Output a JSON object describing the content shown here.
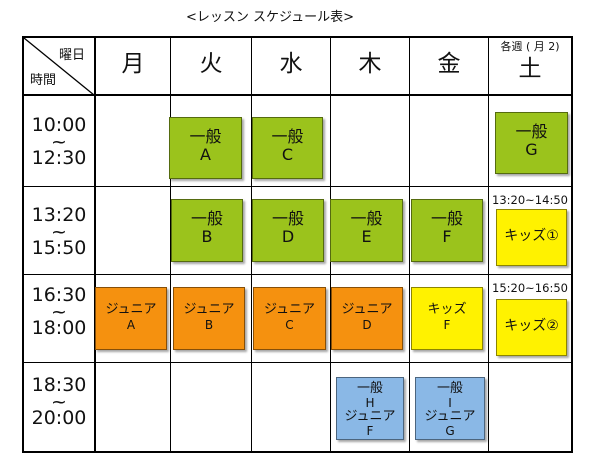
{
  "title": "<レッスン スケジュール表>",
  "header": {
    "corner_day": "曜日",
    "corner_time": "時間",
    "days": [
      "月",
      "火",
      "水",
      "木",
      "金",
      "土"
    ],
    "sat_note": "各週 ( 月 2)"
  },
  "times": [
    {
      "start": "10:00",
      "tilde": "~",
      "end": "12:30"
    },
    {
      "start": "13:20",
      "tilde": "~",
      "end": "15:50"
    },
    {
      "start": "16:30",
      "tilde": "~",
      "end": "18:00"
    },
    {
      "start": "18:30",
      "tilde": "~",
      "end": "20:00"
    }
  ],
  "sat_times": {
    "row2": "13:20~14:50",
    "row3": "15:20~16:50"
  },
  "classes": {
    "r1_tue": {
      "name": "一般",
      "code": "A"
    },
    "r1_wed": {
      "name": "一般",
      "code": "C"
    },
    "r1_sat": {
      "name": "一般",
      "code": "G"
    },
    "r2_tue": {
      "name": "一般",
      "code": "B"
    },
    "r2_wed": {
      "name": "一般",
      "code": "D"
    },
    "r2_thu": {
      "name": "一般",
      "code": "E"
    },
    "r2_fri": {
      "name": "一般",
      "code": "F"
    },
    "r2_sat": {
      "name": "キッズ①"
    },
    "r3_mon": {
      "name": "ジュニア",
      "code": "A"
    },
    "r3_tue": {
      "name": "ジュニア",
      "code": "B"
    },
    "r3_wed": {
      "name": "ジュニア",
      "code": "C"
    },
    "r3_thu": {
      "name": "ジュニア",
      "code": "D"
    },
    "r3_fri": {
      "name": "キッズ",
      "code": "F"
    },
    "r3_sat": {
      "name": "キッズ②"
    },
    "r4_thu": {
      "name": "一般",
      "code": "H",
      "name2": "ジュニア",
      "code2": "F"
    },
    "r4_fri": {
      "name": "一般",
      "code": "I",
      "name2": "ジュニア",
      "code2": "G"
    }
  }
}
